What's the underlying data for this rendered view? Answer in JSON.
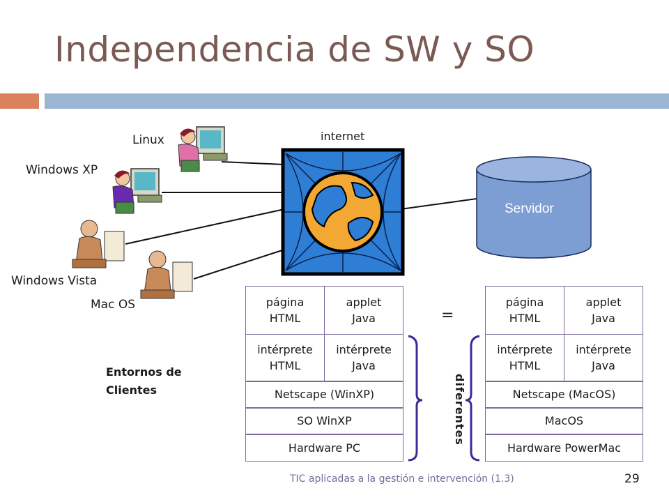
{
  "slide": {
    "title": "Independencia de SW y SO",
    "footer": "TIC aplicadas a la gestión e intervención (1.3)",
    "page_number": "29"
  },
  "colors": {
    "title": "#7a5a52",
    "accent_orange": "#d9825b",
    "accent_blue": "#9cb5d3",
    "server_fill": "#7d9ed3",
    "bracket": "#3a2a9a"
  },
  "diagram": {
    "internet_label": "internet",
    "server_label": "Servidor",
    "clients": {
      "linux": "Linux",
      "winxp": "Windows XP",
      "vista": "Windows Vista",
      "macos": "Mac OS"
    },
    "entornos_label": "Entornos de\nClientes",
    "equals": "=",
    "diferentes": "diferentes",
    "left_stack": {
      "pagina": "página\nHTML",
      "applet": "applet\nJava",
      "interp_html": "intérprete\nHTML",
      "interp_java": "intérprete\nJava",
      "browser": "Netscape (WinXP)",
      "os": "SO WinXP",
      "hardware": "Hardware PC"
    },
    "right_stack": {
      "pagina": "página\nHTML",
      "applet": "applet\nJava",
      "interp_html": "intérprete\nHTML",
      "interp_java": "intérprete\nJava",
      "browser": "Netscape (MacOS)",
      "os": "MacOS",
      "hardware": "Hardware PowerMac"
    },
    "icons": [
      "person-computer-icon",
      "businessman-computer-icon",
      "globe-icon",
      "database-cylinder-icon"
    ]
  }
}
